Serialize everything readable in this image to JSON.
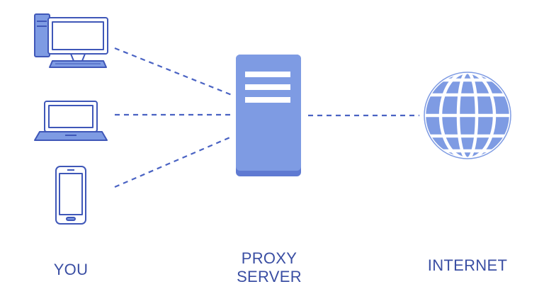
{
  "colors": {
    "fill": "#7e9be3",
    "stroke": "#3f57b8",
    "dark": "#5f7ad2",
    "slot": "#ffffff",
    "dash": "#4a63c3",
    "text": "#3a4ea3"
  },
  "icons": {
    "desktop": "desktop-computer-icon",
    "laptop": "laptop-icon",
    "phone": "smartphone-icon",
    "server": "server-icon",
    "globe": "globe-icon"
  },
  "labels": {
    "you": "YOU",
    "proxy_line1": "PROXY",
    "proxy_line2": "SERVER",
    "internet": "INTERNET"
  }
}
